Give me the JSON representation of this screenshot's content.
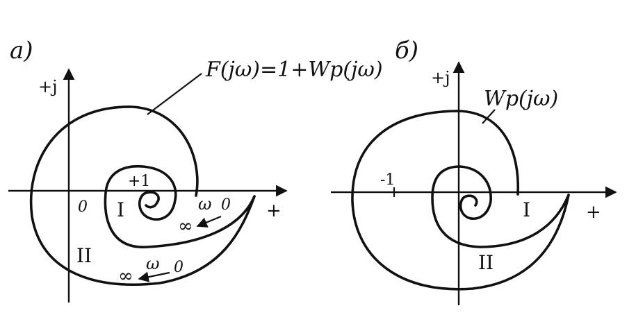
{
  "colors": {
    "ink": "#111111",
    "paper": "#ffffff"
  },
  "panel_a": {
    "label": "a)",
    "imag_axis_label": "+j",
    "real_axis_label": "+",
    "curve_label": "F(jω)=1+Wp(jω)",
    "point_label": "+1",
    "origin_label": "0",
    "region_I": "I",
    "region_II": "II",
    "omega_inner": {
      "omega": "ω",
      "zero": "0",
      "infinity": "∞"
    },
    "omega_outer": {
      "omega": "ω",
      "zero": "0",
      "infinity": "∞"
    }
  },
  "panel_b": {
    "label": "б)",
    "imag_axis_label": "+j",
    "real_axis_label": "+",
    "curve_label": "Wp(jω)",
    "point_label": "-1",
    "region_I": "I",
    "region_II": "II"
  }
}
